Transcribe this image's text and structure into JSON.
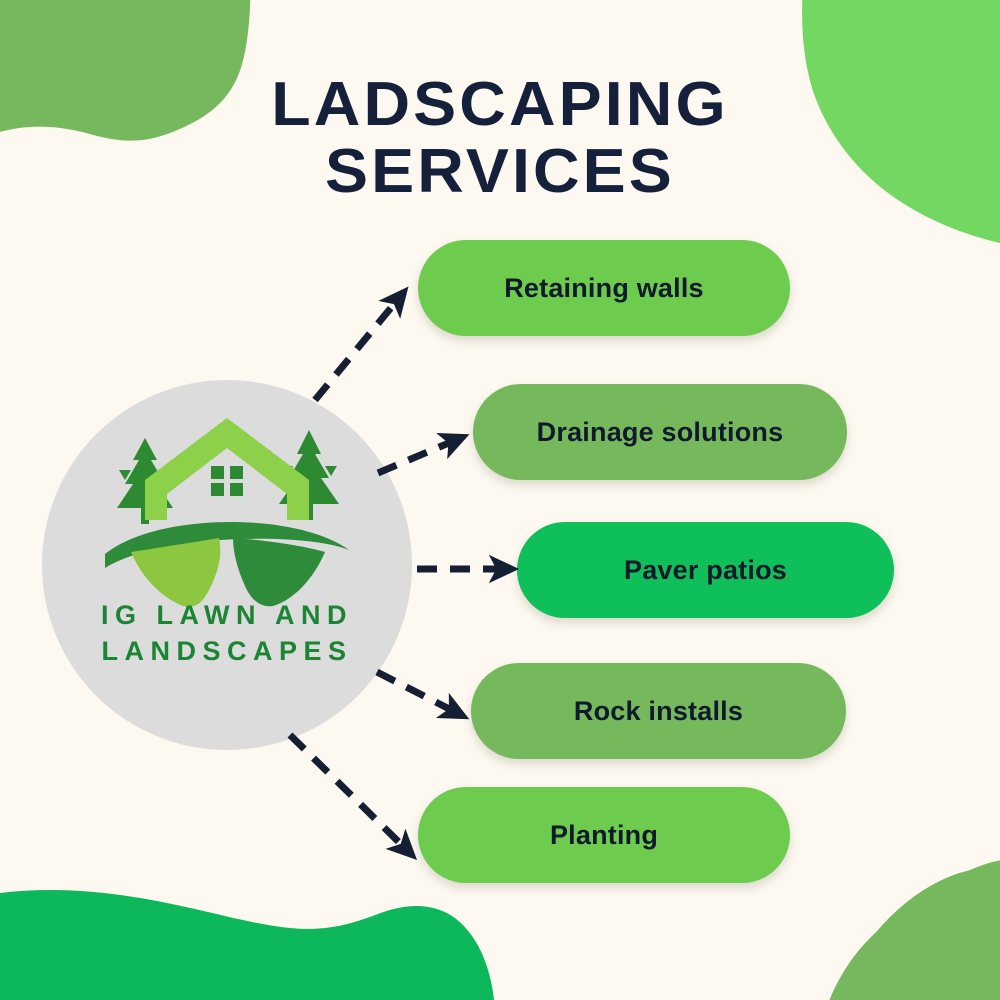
{
  "poster": {
    "background_color": "#FDF8F0",
    "title_line_1": "LADSCAPING",
    "title_line_2": "SERVICES",
    "title_color": "#15203A"
  },
  "logo": {
    "circle_color": "#DCDCDC",
    "name_line_1": "IG LAWN AND",
    "name_line_2": "LANDSCAPES",
    "text_color": "#1B8534",
    "icon_name": "house-trees-landscape-logo",
    "house_color": "#8DD04A",
    "tree_color": "#2D8A33",
    "hill_color": "#2E8B3A",
    "lawn_light_color": "#8DC63F",
    "lawn_dark_color": "#2E8B3A"
  },
  "services": [
    {
      "label": "Retaining walls",
      "color": "#6DCC4D",
      "text_color": "#101A2C"
    },
    {
      "label": "Drainage solutions",
      "color": "#76B85C",
      "text_color": "#101A2C"
    },
    {
      "label": "Paver patios",
      "color": "#0FBF59",
      "text_color": "#101A2C"
    },
    {
      "label": "Rock installs",
      "color": "#76B85C",
      "text_color": "#101A2C"
    },
    {
      "label": "Planting",
      "color": "#6DCC4D",
      "text_color": "#101A2C"
    }
  ],
  "connectors": {
    "style": "dashed-arrow",
    "color": "#141F33",
    "count": 5
  },
  "decorations": {
    "top_left_blob_color": "#76B85E",
    "top_right_blob_color": "#72D861",
    "bottom_left_blob_color": "#0DB75C",
    "bottom_right_blob_color": "#76B85E",
    "bottom_right_arc_color": "#76B85E"
  }
}
